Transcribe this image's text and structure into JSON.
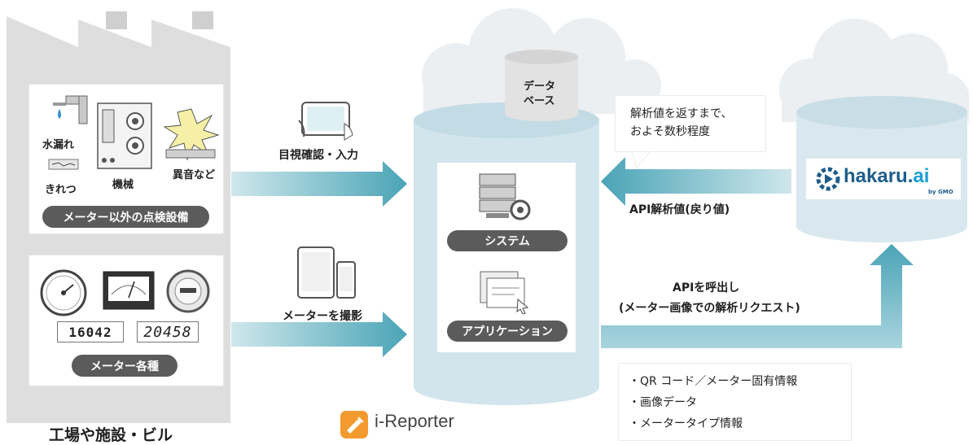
{
  "factory": {
    "title": "工場や施設・ビル",
    "equipment_pill": "メーター以外の点検設備",
    "meters_pill": "メーター各種",
    "items": {
      "water_leak": "水漏れ",
      "crack": "きれつ",
      "machine": "機械",
      "noise": "異音など"
    },
    "counters": [
      "16042",
      "20458"
    ]
  },
  "flows": {
    "visual_input": "目視確認・入力",
    "photo_meter": "メーターを撮影"
  },
  "database": {
    "label_line1": "データ",
    "label_line2": "ベース"
  },
  "system": {
    "system_pill": "システム",
    "application_pill": "アプリケーション",
    "product_name": "i-Reporter"
  },
  "hakaru": {
    "logo_text": "hakaru.",
    "logo_ai": "ai",
    "logo_by": "by GMO",
    "bubble_line1": "解析値を返すまで、",
    "bubble_line2": "およそ数秒程度",
    "return_label": "API解析値(戻り値)",
    "call_label_line1": "APIを呼出し",
    "call_label_line2": "(メーター画像での解析リクエスト)",
    "request_items": [
      "・QR コード／メーター固有情報",
      "・画像データ",
      "・メータータイプ情報"
    ]
  },
  "colors": {
    "arrow": "#5fb0bf",
    "cylinder": "#d0e3ea",
    "cloud": "#ebeef0",
    "factory": "#dcdcdc",
    "pill": "#5b5b5b",
    "accent_orange": "#f29a2e",
    "brand_blue": "#1e5d8a"
  }
}
